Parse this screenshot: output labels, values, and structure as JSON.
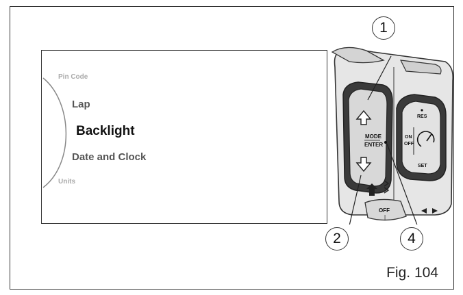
{
  "menu": {
    "items": [
      {
        "label": "Pin Code",
        "state": "faint"
      },
      {
        "label": "Lap",
        "state": "adjacent"
      },
      {
        "label": "Backlight",
        "state": "selected"
      },
      {
        "label": "Date and Clock",
        "state": "adjacent"
      },
      {
        "label": "Units",
        "state": "faint"
      }
    ]
  },
  "switch_block": {
    "left_panel": {
      "up_icon": "up-arrow-icon",
      "mode_label_line1": "MODE",
      "mode_label_line2": "ENTER",
      "down_icon": "down-arrow-icon"
    },
    "right_panel": {
      "res_label": "RES",
      "on_label": "ON",
      "off_label": "OFF",
      "set_label": "SET",
      "cruise_icon": "cruise-control-icon"
    },
    "bottom_off_label": "OFF",
    "bottom_off_mark": "|"
  },
  "callouts": [
    "1",
    "2",
    "4"
  ],
  "caption": "Fig. 104"
}
